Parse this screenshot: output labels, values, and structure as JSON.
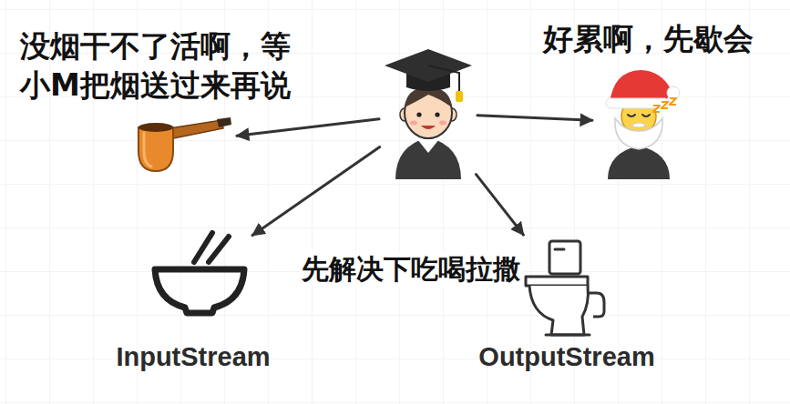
{
  "diagram": {
    "nodes": [
      {
        "text": [
          "没烟干不了活啊，等 小M把烟送过来再说"
        ]
      },
      {
        "text": []
      },
      {
        "text": [
          "好累啊，先歇会"
        ]
      },
      {
        "text": [
          "InputStream"
        ]
      },
      {
        "text": [
          "OutputStream"
        ]
      }
    ],
    "edges": [
      {
        "from": 1,
        "to": 0,
        "arrow": "to"
      },
      {
        "from": 1,
        "to": 2,
        "arrow": "to"
      },
      {
        "from": 1,
        "to": 3,
        "arrow": "to"
      },
      {
        "from": 1,
        "to": 4,
        "arrow": "to"
      }
    ],
    "labels": [
      "先解决下吃喝拉撒"
    ]
  }
}
